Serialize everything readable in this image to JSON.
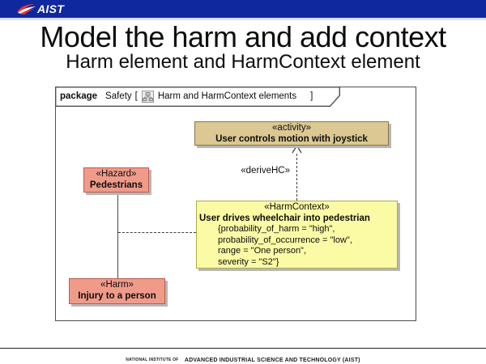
{
  "header": {
    "logo_text": "AIST",
    "bar_color": "#10289E"
  },
  "slide": {
    "title": "Model the harm and add context",
    "subtitle": "Harm element and HarmContext element"
  },
  "diagram": {
    "tab": {
      "kind_label": "package",
      "name": "Safety",
      "bracket_open": "[",
      "bracket_close": "]",
      "diagram_name": "Harm and HarmContext elements"
    },
    "nodes": {
      "activity": {
        "stereotype": "«activity»",
        "name": "User controls motion with joystick",
        "fill": "#DBC893",
        "border": "#8A7345"
      },
      "hazard": {
        "stereotype": "«Hazard»",
        "name": "Pedestrians",
        "fill": "#F09B8A",
        "border": "#BC5A4C"
      },
      "harm_context": {
        "stereotype": "«HarmContext»",
        "name": "User drives wheelchair into pedestrian",
        "constraints": "{probability_of_harm = \"high\",\nprobability_of_occurrence = \"low\",\nrange = \"One person\",\nseverity = \"S2\"}",
        "fill": "#FBFBA6",
        "border": "#ABAB48"
      },
      "harm": {
        "stereotype": "«Harm»",
        "name": "Injury to a person",
        "fill": "#F09B8A",
        "border": "#BC5A4C"
      }
    },
    "edges": {
      "derive_label": "«deriveHC»"
    }
  },
  "footer": {
    "prefix": "NATIONAL INSTITUTE OF",
    "name": "ADVANCED INDUSTRIAL SCIENCE AND TECHNOLOGY (AIST)"
  }
}
